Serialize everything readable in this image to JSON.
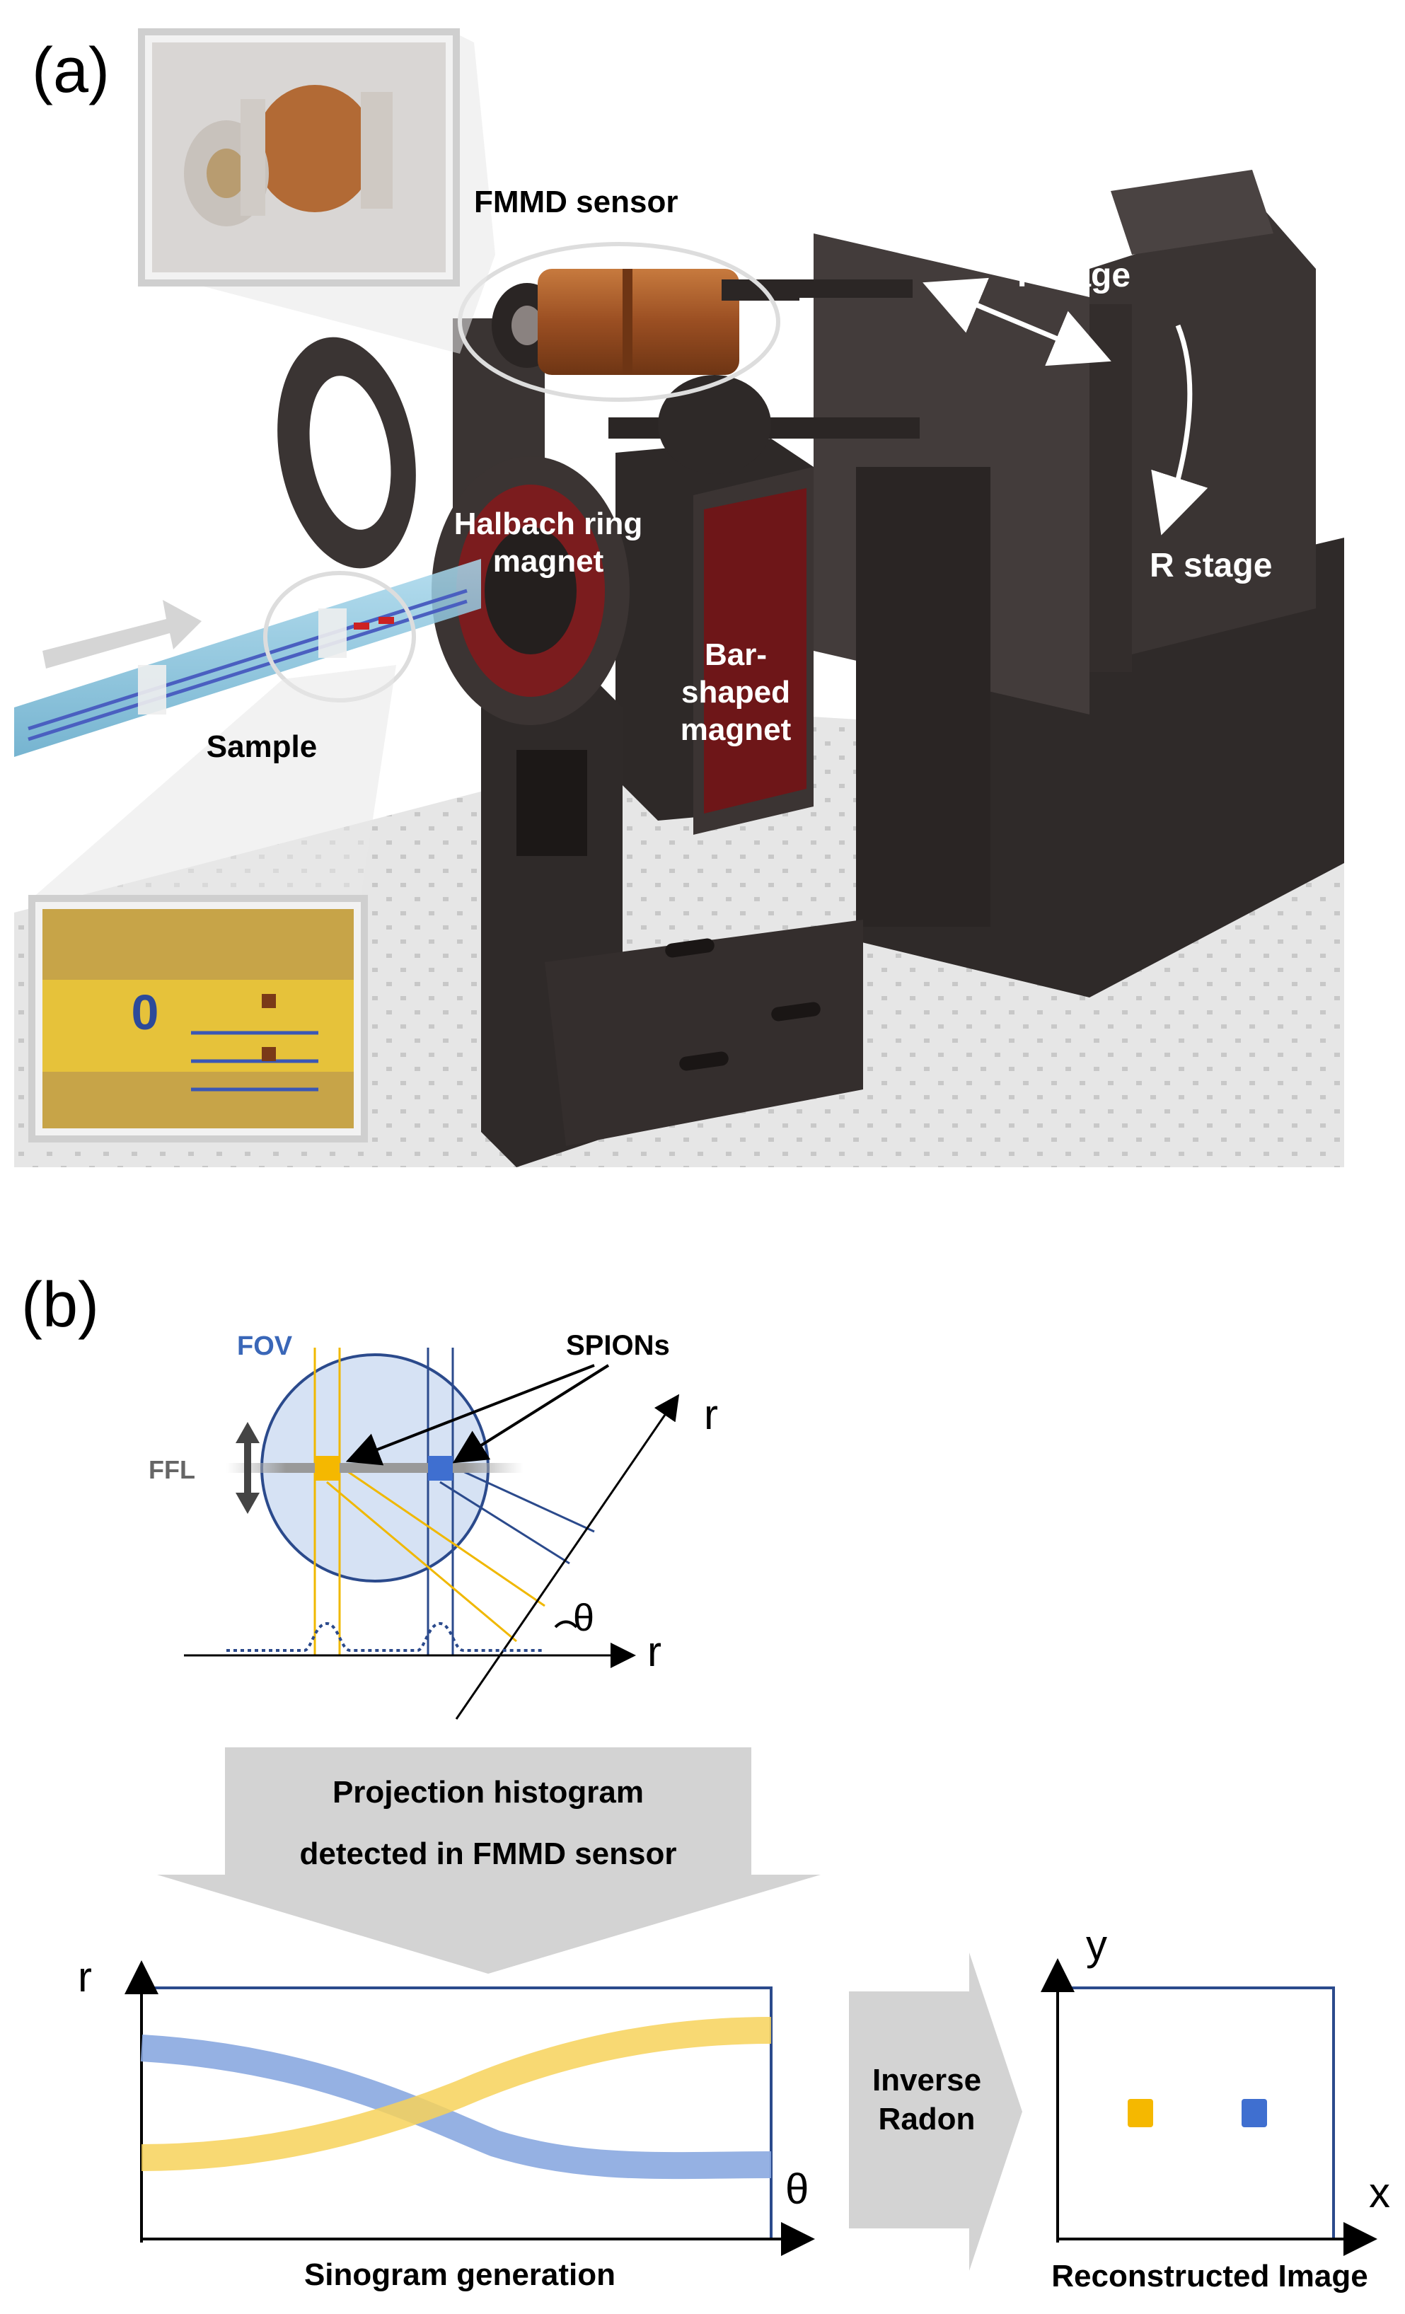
{
  "panel_a": {
    "panel_label": "(a)",
    "fmmd_sensor": "FMMD sensor",
    "t_stage": "T stage",
    "r_stage": "R stage",
    "halbach_line1": "Halbach ring",
    "halbach_line2": "magnet",
    "bar_line1": "Bar-",
    "bar_line2": "shaped",
    "bar_line3": "magnet",
    "sample": "Sample",
    "ruler_zero": "0"
  },
  "panel_b": {
    "panel_label": "(b)",
    "fov": "FOV",
    "spions": "SPIONs",
    "ffl": "FFL",
    "axis_r_rotated": "r",
    "axis_r_horizontal": "r",
    "theta_symbol": "θ",
    "projection_line1": "Projection histogram",
    "projection_line2": "detected in FMMD sensor",
    "sinogram_axis_r": "r",
    "sinogram_axis_theta": "θ",
    "sinogram_caption": "Sinogram generation",
    "inverse_line1": "Inverse",
    "inverse_line2": "Radon",
    "recon_axis_y": "y",
    "recon_axis_x": "x",
    "recon_caption": "Reconstructed Image"
  },
  "colors": {
    "yellow_spion": "#f5b800",
    "blue_spion": "#3f6fd0",
    "frame_blue": "#2b4a8c",
    "fov_circle": "#d6e2f4",
    "device_dark": "#3a3433",
    "magnet_red": "#7a1a1c",
    "coil_copper": "#a65a2a",
    "arrow_gray": "#d2d2d2"
  }
}
